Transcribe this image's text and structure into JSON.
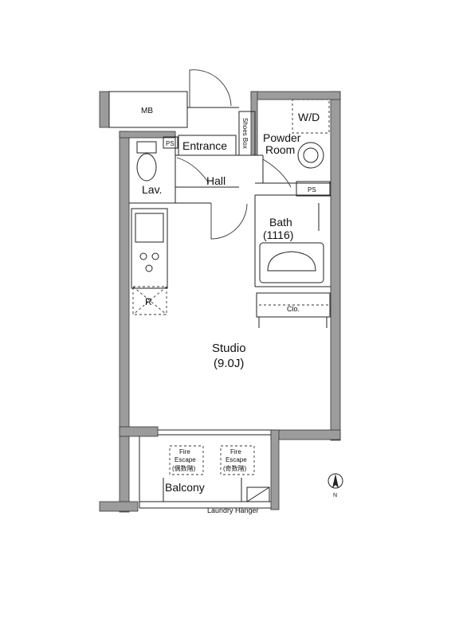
{
  "rooms": {
    "mb": "MB",
    "entrance": "Entrance",
    "shoes_box": "Shoes Box",
    "powder_room_line1": "Powder",
    "powder_room_line2": "Room",
    "wd": "W/D",
    "ps_top": "PS",
    "ps_right": "PS",
    "lav": "Lav.",
    "hall": "Hall",
    "bath": "Bath",
    "bath_size": "(1116)",
    "closet": "Clo.",
    "refrigerator": "R",
    "studio": "Studio",
    "studio_size": "(9.0J)",
    "balcony": "Balcony",
    "laundry_hanger": "Laundry Hanger"
  },
  "fire_escapes": [
    {
      "line1": "Fire",
      "line2": "Escape",
      "line3": "(偶数階)"
    },
    {
      "line1": "Fire",
      "line2": "Escape",
      "line3": "(奇数階)"
    }
  ],
  "compass": {
    "north_label": "N"
  },
  "colors": {
    "wall": "#9c9c9c",
    "line": "#222222",
    "background": "#ffffff"
  }
}
